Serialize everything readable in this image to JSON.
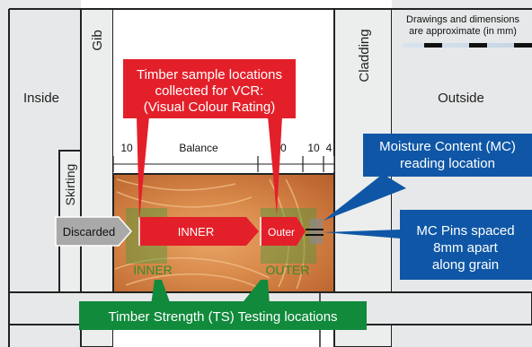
{
  "regions": {
    "inside": "Inside",
    "gib": "Gib",
    "skirting": "Skirting",
    "cladding": "Cladding",
    "outside": "Outside"
  },
  "note": {
    "line1": "Drawings and dimensions",
    "line2": "are approximate (in mm)"
  },
  "dimensions": {
    "d10_left": "10",
    "balance": "Balance",
    "d20": "20",
    "d10_right": "10",
    "d4": "4"
  },
  "callouts": {
    "vcr": [
      "Timber sample locations",
      "collected for VCR:",
      "(Visual Colour Rating)"
    ],
    "mc": [
      "Moisture Content (MC)",
      "reading location"
    ],
    "pins": [
      "MC Pins spaced",
      "8mm apart",
      "along grain"
    ],
    "ts": "Timber Strength (TS) Testing locations"
  },
  "segments": {
    "discarded": "Discarded",
    "inner": "INNER",
    "outer": "Outer"
  },
  "ts_labels": {
    "inner": "INNER",
    "outer": "OUTER"
  },
  "colors": {
    "red": "#e3202a",
    "blue": "#0f57a6",
    "green": "#118a3c",
    "green_text": "#2f8c2a",
    "wall_grey": "#e6e7e8",
    "discarded_grey": "#a9a9a9"
  }
}
